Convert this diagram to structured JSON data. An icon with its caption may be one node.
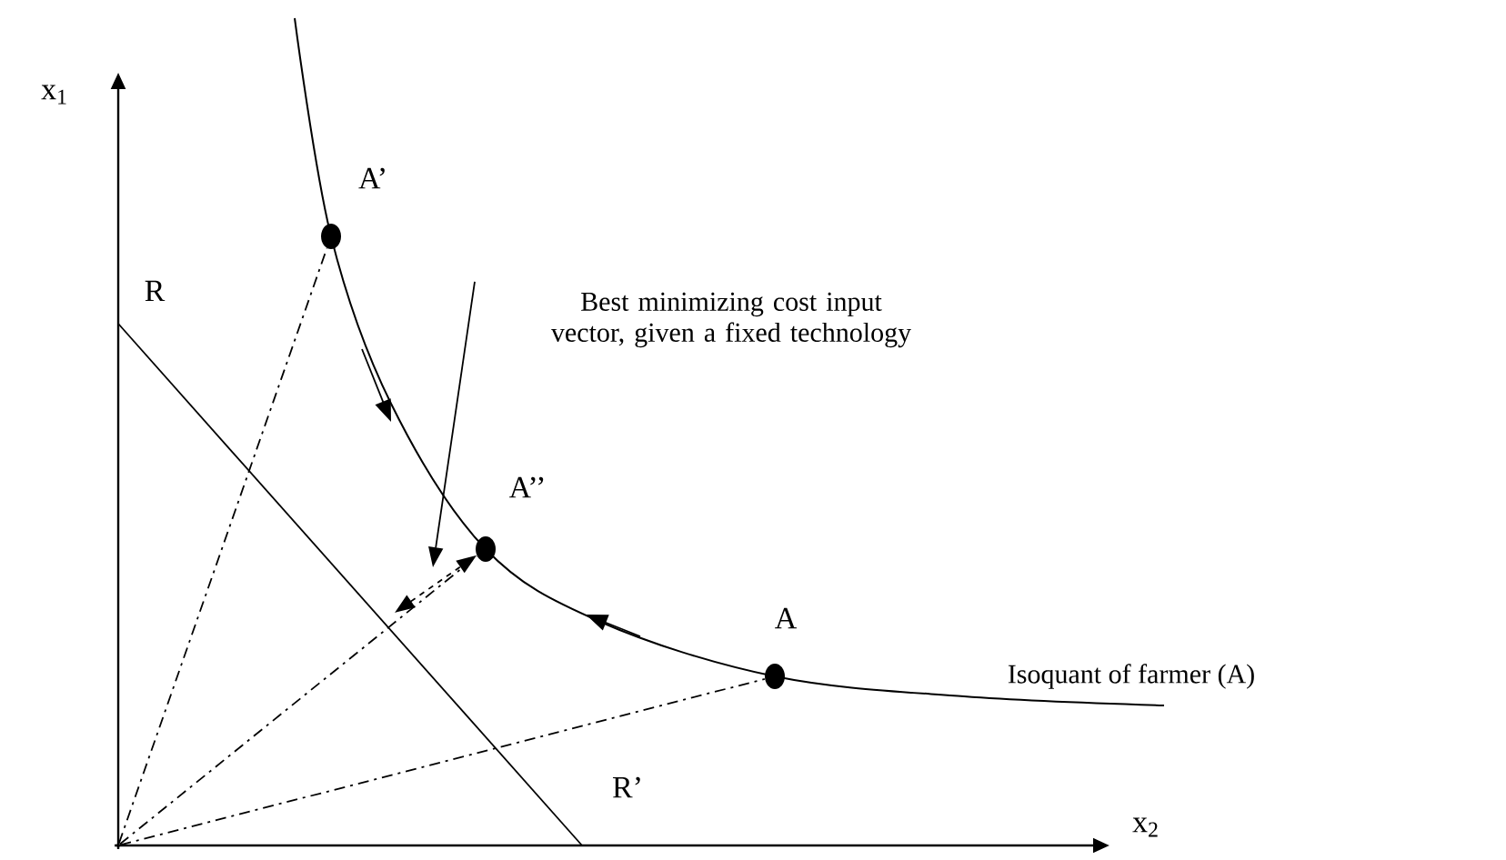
{
  "diagram": {
    "nodes": [
      {
        "text": [],
        "shape": "circle"
      },
      {
        "text": [],
        "shape": "circle",
        "beside": [
          "A’"
        ]
      },
      {
        "text": [],
        "shape": "circle",
        "beside": [
          "A’’"
        ]
      },
      {
        "text": [],
        "shape": "circle",
        "beside": [
          "A"
        ]
      },
      {
        "text": [
          "Best minimizing cost input vector, given a fixed technology"
        ]
      }
    ],
    "edges": [
      {
        "from": 0,
        "to": 1,
        "arrow": "none",
        "style": "dashed"
      },
      {
        "from": 0,
        "to": 2,
        "arrow": "none",
        "style": "dashed"
      },
      {
        "from": 0,
        "to": 3,
        "arrow": "none",
        "style": "dashed"
      },
      {
        "from": null,
        "to": 2,
        "arrow": "both",
        "style": "dashed"
      },
      {
        "from": 4,
        "to": null,
        "arrow": "to"
      }
    ],
    "labels": [
      "x$_{1}$",
      "x$_{2}$",
      "R",
      "R’",
      "Isoquant of farmer (A)"
    ]
  }
}
